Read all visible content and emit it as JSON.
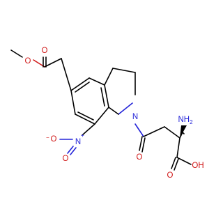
{
  "molecule": {
    "atoms": {
      "methoxy_o": "O",
      "ester_carbonyl_o": "O",
      "ring_n": "N",
      "nitro_n": "N",
      "nitro_n_charge": "+",
      "nitro_o_single": "O",
      "nitro_o_single_charge": "−",
      "nitro_o_double": "O",
      "amide_o": "O",
      "amine": "NH",
      "amine_sub": "2",
      "acid_oh": "OH",
      "acid_carbonyl_o": "O"
    },
    "colors": {
      "carbon_bond": "#000000",
      "oxygen": "#d01818",
      "nitrogen": "#2323d8"
    }
  }
}
